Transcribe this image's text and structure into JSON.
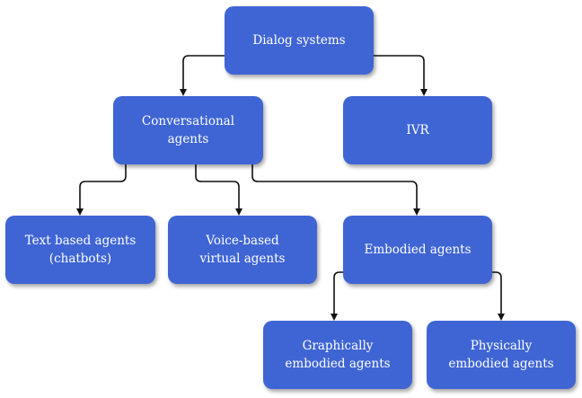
{
  "diagram": {
    "nodes": {
      "dialog_systems": "Dialog systems",
      "conversational_agents": "Conversational\nagents",
      "ivr": "IVR",
      "text_based_agents": "Text based agents\n(chatbots)",
      "voice_based_agents": "Voice-based\nvirtual agents",
      "embodied_agents": "Embodied agents",
      "graphically_embodied": "Graphically\nembodied agents",
      "physically_embodied": "Physically\nembodied agents"
    },
    "edges": [
      {
        "from": "dialog_systems",
        "to": "conversational_agents"
      },
      {
        "from": "dialog_systems",
        "to": "ivr"
      },
      {
        "from": "conversational_agents",
        "to": "text_based_agents"
      },
      {
        "from": "conversational_agents",
        "to": "voice_based_agents"
      },
      {
        "from": "conversational_agents",
        "to": "embodied_agents"
      },
      {
        "from": "embodied_agents",
        "to": "graphically_embodied"
      },
      {
        "from": "embodied_agents",
        "to": "physically_embodied"
      }
    ],
    "colors": {
      "node_fill": "#3f65d4",
      "node_text": "#ffffff",
      "connector": "#111111"
    }
  }
}
